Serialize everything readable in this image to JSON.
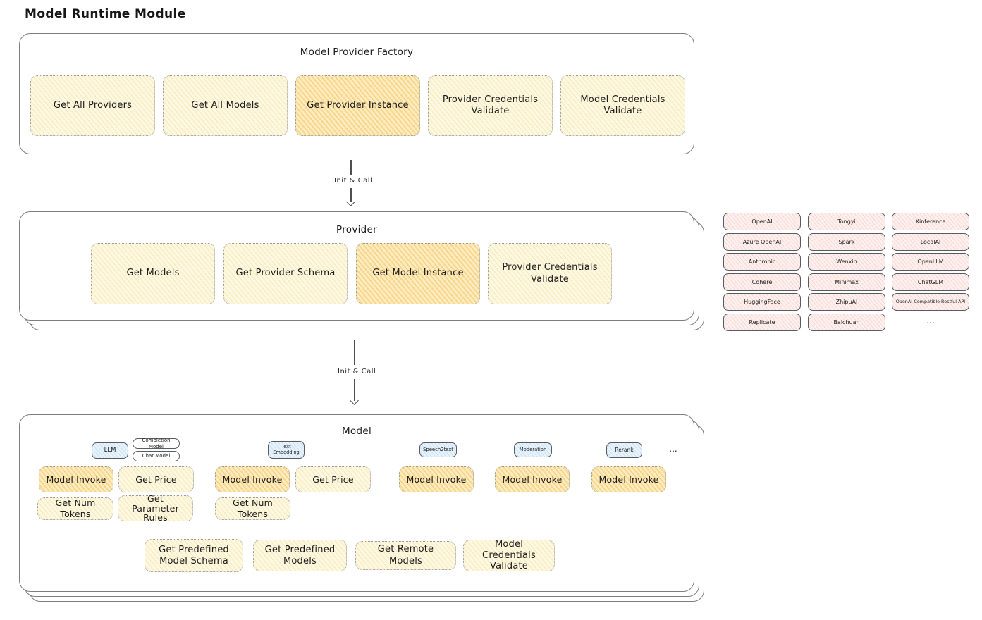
{
  "page": {
    "title": "Model Runtime Module"
  },
  "arrows": {
    "first_label": "Init & Call",
    "second_label": "Init & Call"
  },
  "factory": {
    "title": "Model Provider Factory",
    "buttons": [
      "Get All Providers",
      "Get All Models",
      "Get Provider Instance",
      "Provider Credentials Validate",
      "Model Credentials Validate"
    ]
  },
  "provider": {
    "title": "Provider",
    "buttons": [
      "Get Models",
      "Get Provider Schema",
      "Get Model Instance",
      "Provider Credentials Validate"
    ]
  },
  "providers_grid": {
    "items": [
      "OpenAI",
      "Tongyi",
      "Xinference",
      "Azure OpenAI",
      "Spark",
      "LocalAI",
      "Anthropic",
      "Wenxin",
      "OpenLLM",
      "Cohere",
      "Minimax",
      "ChatGLM",
      "HuggingFace",
      "ZhipuAI",
      "OpenAI-Compatible Restful API",
      "Replicate",
      "Baichuan"
    ],
    "more": "..."
  },
  "model": {
    "title": "Model",
    "tabs": {
      "llm": "LLM",
      "completion": "Completion Model",
      "chat": "Chat Model",
      "text_embedding": "Text Embedding",
      "speech2text": "Speech2text",
      "moderation": "Moderation",
      "rerank": "Rerank",
      "more": "..."
    },
    "llm_buttons": [
      "Model Invoke",
      "Get Price",
      "Get Num Tokens",
      "Get Parameter Rules"
    ],
    "embedding_buttons": [
      "Model Invoke",
      "Get Price",
      "Get Num Tokens"
    ],
    "speech2text_buttons": [
      "Model Invoke"
    ],
    "moderation_buttons": [
      "Model Invoke"
    ],
    "rerank_buttons": [
      "Model Invoke"
    ],
    "bottom_buttons": [
      "Get Predefined Model Schema",
      "Get Predefined Models",
      "Get Remote Models",
      "Model Credentials Validate"
    ]
  },
  "colors": {
    "highlight_fill": "#f6d387",
    "soft_fill": "#fdf8e1",
    "provider_chip_fill": "#fdf0ee",
    "type_chip_fill": "#e9f3fc",
    "stroke": "#7e7e7e"
  }
}
